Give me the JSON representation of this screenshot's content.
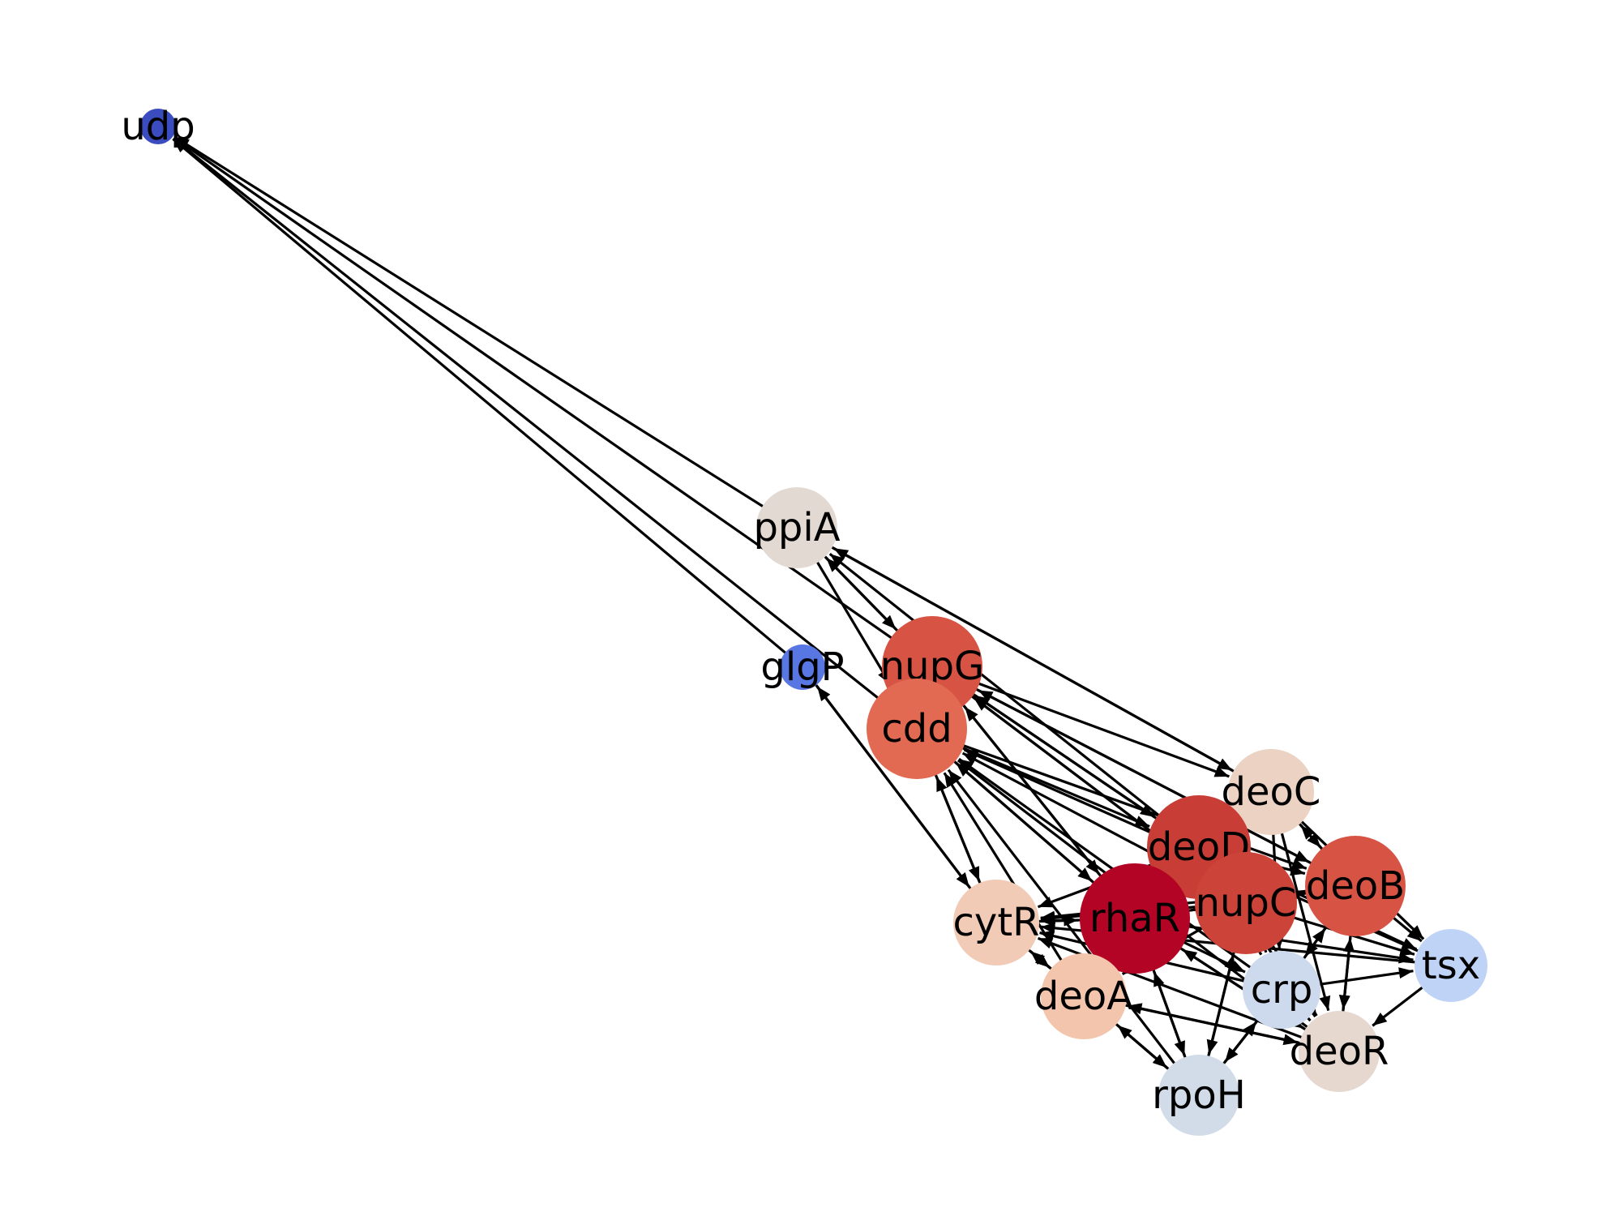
{
  "graph": {
    "nodes": [
      {
        "id": "udp",
        "label": "udp",
        "color": "#3b4cc0"
      },
      {
        "id": "ppiA",
        "label": "ppiA",
        "color": "#e3d9d3"
      },
      {
        "id": "glgP",
        "label": "glgP",
        "color": "#5977e3"
      },
      {
        "id": "nupG",
        "label": "nupG",
        "color": "#d75445"
      },
      {
        "id": "cdd",
        "label": "cdd",
        "color": "#e26952"
      },
      {
        "id": "deoC",
        "label": "deoC",
        "color": "#ebd2c3"
      },
      {
        "id": "deoD",
        "label": "deoD",
        "color": "#c83e37"
      },
      {
        "id": "deoB",
        "label": "deoB",
        "color": "#d75445"
      },
      {
        "id": "nupC",
        "label": "nupC",
        "color": "#cc4339"
      },
      {
        "id": "rhaR",
        "label": "rhaR",
        "color": "#b40426"
      },
      {
        "id": "cytR",
        "label": "cytR",
        "color": "#f2cbb7"
      },
      {
        "id": "deoA",
        "label": "deoA",
        "color": "#f4c5ad"
      },
      {
        "id": "crp",
        "label": "crp",
        "color": "#cdd9ec"
      },
      {
        "id": "tsx",
        "label": "tsx",
        "color": "#bfd3f6"
      },
      {
        "id": "deoR",
        "label": "deoR",
        "color": "#e6d7cf"
      },
      {
        "id": "rpoH",
        "label": "rpoH",
        "color": "#d2dbe8"
      }
    ],
    "edges": [
      [
        "ppiA",
        "udp"
      ],
      [
        "glgP",
        "udp"
      ],
      [
        "nupG",
        "udp"
      ],
      [
        "cdd",
        "udp"
      ],
      [
        "ppiA",
        "nupG"
      ],
      [
        "nupG",
        "ppiA"
      ],
      [
        "ppiA",
        "deoC"
      ],
      [
        "deoC",
        "ppiA"
      ],
      [
        "ppiA",
        "cdd"
      ],
      [
        "nupG",
        "ppiA"
      ],
      [
        "deoD",
        "ppiA"
      ],
      [
        "glgP",
        "cytR"
      ],
      [
        "cytR",
        "glgP"
      ],
      [
        "nupG",
        "deoC"
      ],
      [
        "nupG",
        "deoD"
      ],
      [
        "nupG",
        "deoB"
      ],
      [
        "deoD",
        "nupG"
      ],
      [
        "deoB",
        "nupG"
      ],
      [
        "nupG",
        "nupC"
      ],
      [
        "nupC",
        "nupG"
      ],
      [
        "rhaR",
        "nupG"
      ],
      [
        "nupG",
        "rhaR"
      ],
      [
        "cdd",
        "deoD"
      ],
      [
        "cdd",
        "deoB"
      ],
      [
        "cdd",
        "rhaR"
      ],
      [
        "rhaR",
        "cdd"
      ],
      [
        "cdd",
        "cytR"
      ],
      [
        "cytR",
        "cdd"
      ],
      [
        "nupC",
        "cdd"
      ],
      [
        "crp",
        "cdd"
      ],
      [
        "deoA",
        "cdd"
      ],
      [
        "tsx",
        "cdd"
      ],
      [
        "rpoH",
        "cdd"
      ],
      [
        "deoR",
        "cdd"
      ],
      [
        "deoC",
        "deoB"
      ],
      [
        "deoB",
        "deoC"
      ],
      [
        "deoC",
        "tsx"
      ],
      [
        "deoC",
        "deoR"
      ],
      [
        "deoC",
        "crp"
      ],
      [
        "deoD",
        "cytR"
      ],
      [
        "deoD",
        "deoB"
      ],
      [
        "deoD",
        "tsx"
      ],
      [
        "deoD",
        "crp"
      ],
      [
        "deoD",
        "deoR"
      ],
      [
        "deoD",
        "deoA"
      ],
      [
        "deoB",
        "tsx"
      ],
      [
        "deoB",
        "deoR"
      ],
      [
        "deoR",
        "deoB"
      ],
      [
        "deoB",
        "rhaR"
      ],
      [
        "deoB",
        "crp"
      ],
      [
        "deoB",
        "cytR"
      ],
      [
        "nupC",
        "cytR"
      ],
      [
        "nupC",
        "tsx"
      ],
      [
        "nupC",
        "deoR"
      ],
      [
        "nupC",
        "deoA"
      ],
      [
        "nupC",
        "rpoH"
      ],
      [
        "nupC",
        "crp"
      ],
      [
        "rhaR",
        "cytR"
      ],
      [
        "cytR",
        "rhaR"
      ],
      [
        "rhaR",
        "deoA"
      ],
      [
        "rhaR",
        "crp"
      ],
      [
        "rhaR",
        "tsx"
      ],
      [
        "rhaR",
        "deoR"
      ],
      [
        "rhaR",
        "rpoH"
      ],
      [
        "rpoH",
        "rhaR"
      ],
      [
        "rhaR",
        "deoB"
      ],
      [
        "cytR",
        "deoA"
      ],
      [
        "deoA",
        "cytR"
      ],
      [
        "crp",
        "cytR"
      ],
      [
        "tsx",
        "cytR"
      ],
      [
        "deoR",
        "cytR"
      ],
      [
        "deoA",
        "rpoH"
      ],
      [
        "rpoH",
        "deoA"
      ],
      [
        "deoA",
        "deoR"
      ],
      [
        "deoR",
        "deoA"
      ],
      [
        "crp",
        "rpoH"
      ],
      [
        "rpoH",
        "crp"
      ],
      [
        "crp",
        "tsx"
      ],
      [
        "crp",
        "deoR"
      ],
      [
        "crp",
        "deoB"
      ],
      [
        "tsx",
        "deoR"
      ],
      [
        "rpoH",
        "nupC"
      ],
      [
        "deoR",
        "rhaR"
      ]
    ]
  }
}
